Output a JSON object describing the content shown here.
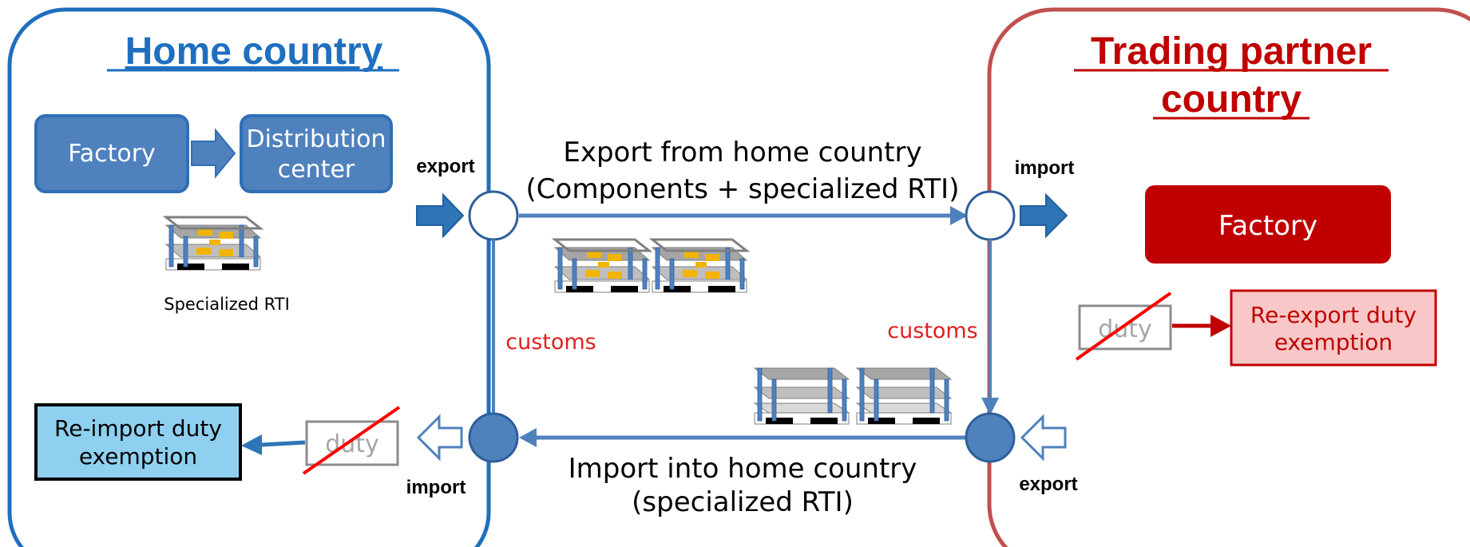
{
  "home": {
    "title": "Home country",
    "factory": "Factory",
    "distribution_line1": "Distribution",
    "distribution_line2": "center",
    "rti_label": "Specialized RTI",
    "reimport_line1": "Re-import duty",
    "reimport_line2": "exemption",
    "duty": "duty"
  },
  "partner": {
    "title_line1": "Trading partner",
    "title_line2": "country",
    "factory": "Factory",
    "reexport_line1": "Re-export duty",
    "reexport_line2": "exemption",
    "duty": "duty"
  },
  "flows": {
    "export_label": "export",
    "import_label": "import",
    "customs": "customs",
    "top_line1": "Export from home country",
    "top_line2": "(Components + specialized RTI)",
    "bottom_line1": "Import into home country",
    "bottom_line2": "(specialized RTI)"
  },
  "colors": {
    "home_border": "#1f6fbf",
    "partner_border": "#c0504d",
    "box_blue": "#4f81bd",
    "box_red": "#c00000",
    "customs_red": "#e02020",
    "light_blue": "#8fd0f0",
    "light_red": "#f8c8c8"
  }
}
